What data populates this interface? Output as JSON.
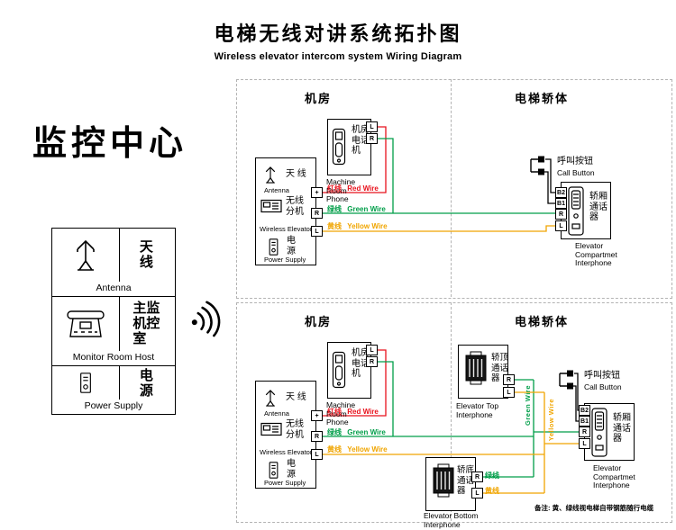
{
  "header": {
    "title": "电梯无线对讲系统拓扑图",
    "subtitle": "Wireless elevator intercom system Wiring Diagram"
  },
  "monitor_center": {
    "title": "监控中心",
    "antenna": {
      "zh": "天线",
      "en": "Antenna"
    },
    "host": {
      "zh": "主监机控室",
      "en": "Monitor Room Host"
    },
    "power": {
      "zh": "电源",
      "en": "Power Supply"
    }
  },
  "section_labels": {
    "machine_room": "机房",
    "elevator_body": "电梯轿体"
  },
  "wires": {
    "red": {
      "zh": "红线",
      "en": "Red Wire",
      "color": "#e8121c"
    },
    "green": {
      "zh": "绿线",
      "en": "Green Wire",
      "color": "#009e49"
    },
    "yellow": {
      "zh": "黄线",
      "en": "Yellow Wire",
      "color": "#f0a500"
    }
  },
  "machine_room_phone": {
    "zh": "机房电话机",
    "en": "Machine Room Phone",
    "terminals": [
      "L",
      "R"
    ]
  },
  "wireless_unit": {
    "antenna": {
      "zh": "天 线",
      "en": "Antenna"
    },
    "extension_zh": "无线分机",
    "en": "Wireless Elevator",
    "power": {
      "zh": "电源",
      "en": "Power Supply"
    },
    "terminals": [
      "+",
      "R",
      "L"
    ]
  },
  "call_button": {
    "zh": "呼叫按钮",
    "en": "Call Button"
  },
  "compartment_interphone": {
    "zh": "轿厢通话器",
    "en": "Elevator Compartmet Interphone",
    "terminals": [
      "B2",
      "B1",
      "R",
      "L"
    ]
  },
  "top_interphone": {
    "zh": "轿顶通话器",
    "en": "Elevator Top Interphone",
    "terminals": [
      "R",
      "L"
    ]
  },
  "bottom_interphone": {
    "zh": "轿底通话器",
    "en": "Elevator Bottom Interphone",
    "terminals": [
      "R",
      "L"
    ]
  },
  "note": "备注: 黄、绿线视电梯自带钢筋随行电缆"
}
